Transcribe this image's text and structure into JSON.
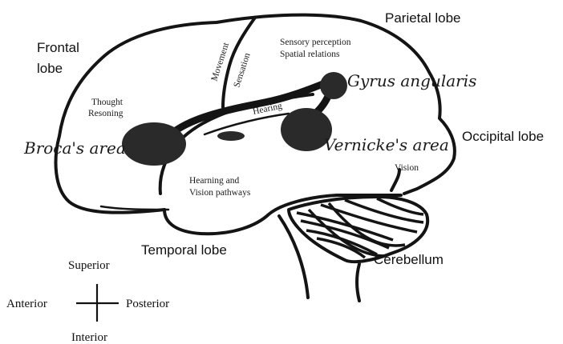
{
  "lobes": {
    "frontal_line1": "Frontal",
    "frontal_line2": "lobe",
    "parietal": "Parietal lobe",
    "occipital": "Occipital lobe",
    "temporal": "Temporal lobe",
    "cerebellum": "Cerebellum"
  },
  "areas": {
    "broca": "Broca's area",
    "vernicke": "Vernicke's area",
    "gyrus": "Gyrus angularis"
  },
  "functions": {
    "thought_line1": "Thought",
    "thought_line2": "Resoning",
    "movement": "Movement",
    "sensation": "Sensation",
    "sensory_line1": "Sensory perception",
    "sensory_line2": "Spatial relations",
    "hearing": "Hearing",
    "vision": "Vision",
    "pathways_line1": "Hearning and",
    "pathways_line2": "Vision pathways"
  },
  "orientation": {
    "superior": "Superior",
    "anterior": "Anterior",
    "posterior": "Posterior",
    "interior": "Interior"
  }
}
